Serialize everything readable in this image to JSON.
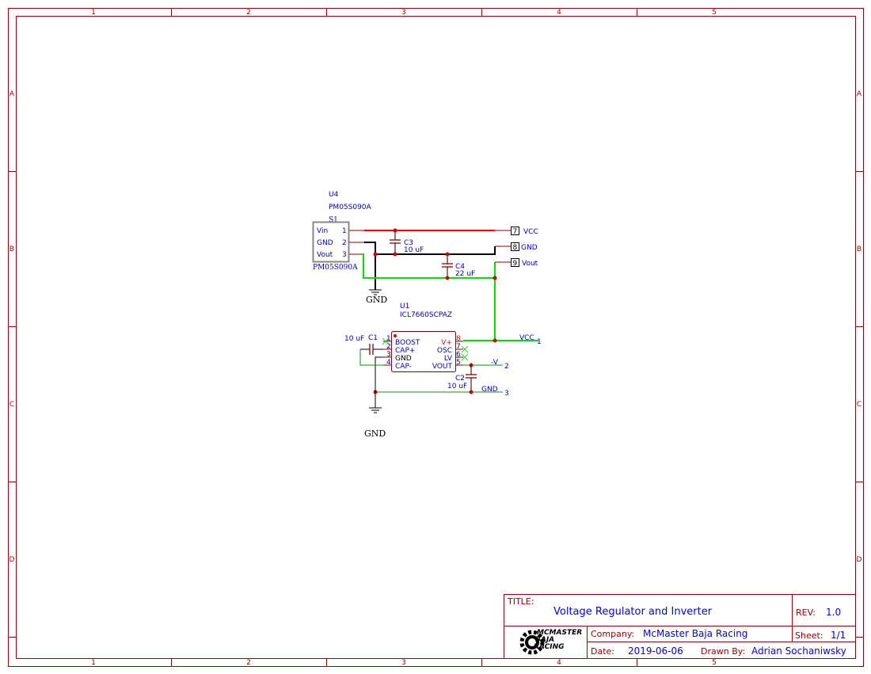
{
  "frame": {
    "columns": [
      "1",
      "2",
      "3",
      "4",
      "5"
    ],
    "rows": [
      "A",
      "B",
      "C",
      "D"
    ],
    "color": "#990000"
  },
  "u4": {
    "ref": "U4",
    "value": "PM05S090A",
    "sub": "S1",
    "footprint": "PM05S090A",
    "pins": [
      {
        "name": "Vin",
        "num": "1"
      },
      {
        "name": "GND",
        "num": "2"
      },
      {
        "name": "Vout",
        "num": "3"
      }
    ]
  },
  "c3": {
    "ref": "C3",
    "value": "10 uF"
  },
  "c4": {
    "ref": "C4",
    "value": "22 uF"
  },
  "c1": {
    "ref": "C1",
    "value": "10 uF"
  },
  "c2": {
    "ref": "C2",
    "value": "10 uF"
  },
  "ports_top": [
    {
      "num": "7",
      "name": "VCC"
    },
    {
      "num": "8",
      "name": "GND"
    },
    {
      "num": "9",
      "name": "Vout"
    }
  ],
  "gnd_label": "GND",
  "u1": {
    "ref": "U1",
    "value": "ICL7660SCPAZ",
    "left_pins": [
      {
        "num": "1",
        "name": "BOOST"
      },
      {
        "num": "2",
        "name": "CAP+"
      },
      {
        "num": "3",
        "name": "GND"
      },
      {
        "num": "4",
        "name": "CAP-"
      }
    ],
    "right_pins": [
      {
        "num": "8",
        "name": "V+"
      },
      {
        "num": "7",
        "name": "OSC"
      },
      {
        "num": "6",
        "name": "LV"
      },
      {
        "num": "5",
        "name": "VOUT"
      }
    ]
  },
  "nets_right": [
    {
      "name": "VCC",
      "num": "1"
    },
    {
      "name": "-V",
      "num": "2"
    },
    {
      "name": "GND",
      "num": "3"
    }
  ],
  "title_block": {
    "title_label": "TITLE:",
    "title": "Voltage Regulator and Inverter",
    "rev_label": "REV:",
    "rev": "1.0",
    "company_label": "Company:",
    "company": "McMaster Baja Racing",
    "sheet_label": "Sheet:",
    "sheet": "1/1",
    "date_label": "Date:",
    "date": "2019-06-06",
    "drawn_label": "Drawn By:",
    "drawn": "Adrian Sochaniwsky",
    "logo_text": [
      "MCMASTER",
      "BAJA",
      "RACING"
    ]
  },
  "colors": {
    "vcc_wire": "#ff0000",
    "gnd_wire": "#000000",
    "vout_wire": "#00e000",
    "pin": "#880000",
    "text": "#0000cc"
  }
}
